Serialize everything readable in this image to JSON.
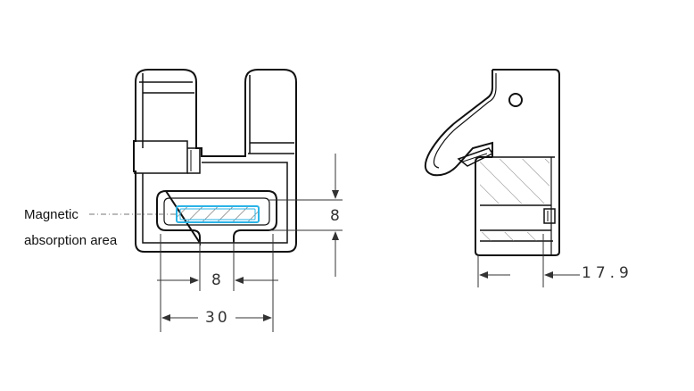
{
  "labels": {
    "magnetic_line1": "Magnetic",
    "magnetic_line2": "absorption area"
  },
  "dimensions": {
    "slot_height": "8",
    "slot_gap": "8",
    "overall_width": "30",
    "side_depth": "17.9"
  },
  "colors": {
    "outline": "#111111",
    "dimension": "#333333",
    "magnet": "#2bb3e6",
    "hatch": "#555555"
  }
}
